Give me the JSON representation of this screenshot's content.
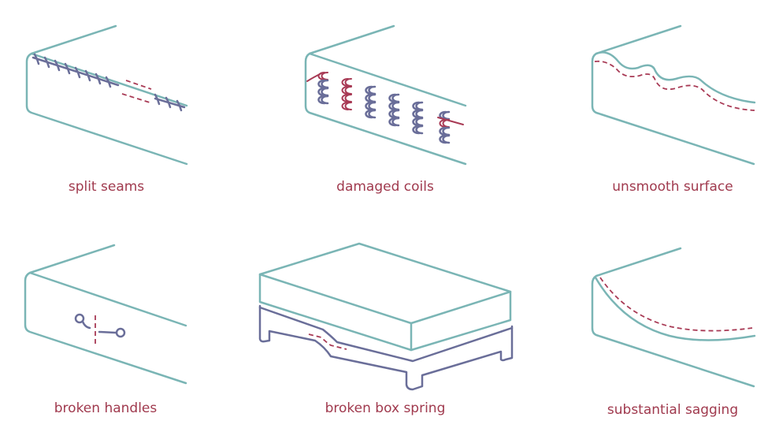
{
  "colors": {
    "outline": "#7ab5b5",
    "slate": "#6a6e99",
    "damage": "#a83a55",
    "caption": "#a03a4e"
  },
  "items": [
    {
      "icon": "split-seams-icon",
      "label": "split seams"
    },
    {
      "icon": "damaged-coils-icon",
      "label": "damaged coils"
    },
    {
      "icon": "unsmooth-surface-icon",
      "label": "unsmooth surface"
    },
    {
      "icon": "broken-handles-icon",
      "label": "broken handles"
    },
    {
      "icon": "broken-box-spring-icon",
      "label": "broken box spring"
    },
    {
      "icon": "substantial-sagging-icon",
      "label": "substantial sagging"
    }
  ]
}
